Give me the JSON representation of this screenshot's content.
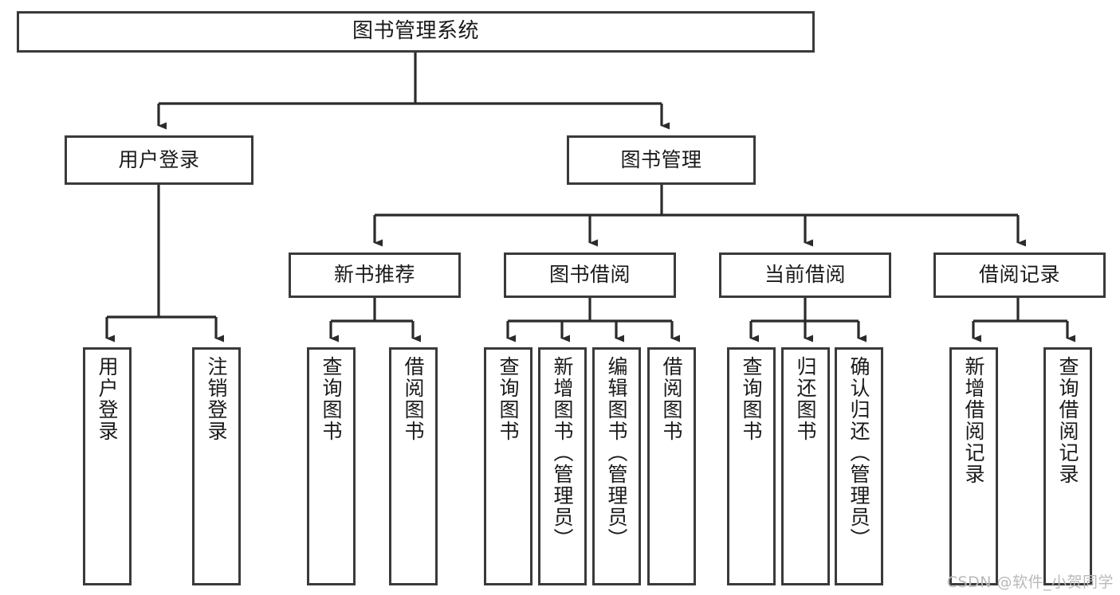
{
  "diagram": {
    "title": "图书管理系统",
    "type": "tree-hierarchy-chart",
    "watermark": "CSDN @软件_小贺同学",
    "colors": {
      "background": "#ffffff",
      "box_fill": "#ffffff",
      "box_stroke": "#3a3a3a",
      "connector": "#2b2b2b",
      "text": "#1a1a1a",
      "watermark": "#b9b9b9"
    },
    "root": {
      "label": "图书管理系统",
      "orientation": "horizontal"
    },
    "level2": [
      {
        "id": "user-login",
        "label": "用户登录",
        "orientation": "horizontal"
      },
      {
        "id": "book-manage",
        "label": "图书管理",
        "orientation": "horizontal"
      }
    ],
    "level3": [
      {
        "id": "new-book-recommend",
        "label": "新书推荐",
        "orientation": "horizontal",
        "parent": "book-manage"
      },
      {
        "id": "book-borrow",
        "label": "图书借阅",
        "orientation": "horizontal",
        "parent": "book-manage"
      },
      {
        "id": "current-borrow",
        "label": "当前借阅",
        "orientation": "horizontal",
        "parent": "book-manage"
      },
      {
        "id": "borrow-record",
        "label": "借阅记录",
        "orientation": "horizontal",
        "parent": "book-manage"
      }
    ],
    "leaves": [
      {
        "id": "leaf-user-login",
        "label": "用户登录",
        "orientation": "vertical",
        "parent": "user-login"
      },
      {
        "id": "leaf-logout-login",
        "label": "注销登录",
        "orientation": "vertical",
        "parent": "user-login"
      },
      {
        "id": "leaf-query-book-1",
        "label": "查询图书",
        "orientation": "vertical",
        "parent": "new-book-recommend"
      },
      {
        "id": "leaf-borrow-book-1",
        "label": "借阅图书",
        "orientation": "vertical",
        "parent": "new-book-recommend"
      },
      {
        "id": "leaf-query-book-2",
        "label": "查询图书",
        "orientation": "vertical",
        "parent": "book-borrow"
      },
      {
        "id": "leaf-add-book",
        "label": "新增图书（管理员）",
        "orientation": "vertical",
        "parent": "book-borrow"
      },
      {
        "id": "leaf-edit-book",
        "label": "编辑图书（管理员）",
        "orientation": "vertical",
        "parent": "book-borrow"
      },
      {
        "id": "leaf-borrow-book-2",
        "label": "借阅图书",
        "orientation": "vertical",
        "parent": "book-borrow"
      },
      {
        "id": "leaf-query-book-3",
        "label": "查询图书",
        "orientation": "vertical",
        "parent": "current-borrow"
      },
      {
        "id": "leaf-return-book",
        "label": "归还图书",
        "orientation": "vertical",
        "parent": "current-borrow"
      },
      {
        "id": "leaf-confirm-return",
        "label": "确认归还（管理员）",
        "orientation": "vertical",
        "parent": "current-borrow"
      },
      {
        "id": "leaf-add-record",
        "label": "新增借阅记录",
        "orientation": "vertical",
        "parent": "borrow-record"
      },
      {
        "id": "leaf-query-record",
        "label": "查询借阅记录",
        "orientation": "vertical",
        "parent": "borrow-record"
      }
    ]
  }
}
